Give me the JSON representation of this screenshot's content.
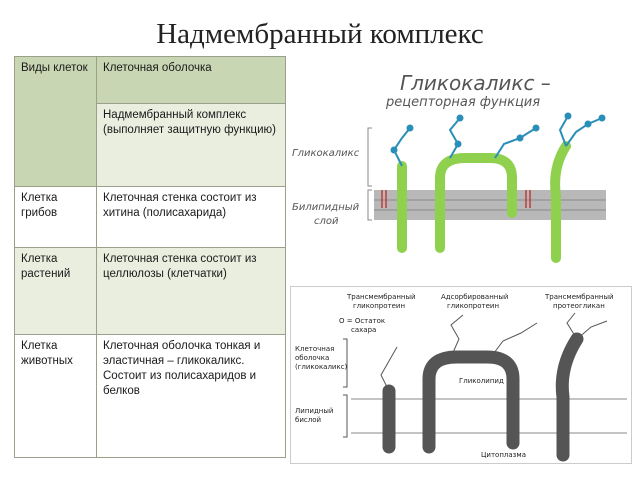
{
  "title": "Надмембранный комплекс",
  "table": {
    "header_col1": "Виды клеток",
    "header_col2": "Клеточная оболочка",
    "sub_header": "Надмембранный комплекс (выполняет защитную функцию)",
    "rows": [
      {
        "type": "Клетка грибов",
        "desc": "Клеточная стенка состоит из хитина (полисахарида)"
      },
      {
        "type": "Клетка растений",
        "desc": "Клеточная стенка состоит из целлюлозы (клетчатки)"
      },
      {
        "type": "Клетка животных",
        "desc": "Клеточная оболочка тонкая и эластичная – гликокаликс. Состоит из полисахаридов и белков"
      }
    ]
  },
  "figure_top": {
    "heading1": "Гликокаликс –",
    "heading2": "рецепторная функция",
    "label_glycocalyx": "Гликокаликс",
    "label_bilayer_1": "Билипидный",
    "label_bilayer_2": "слой",
    "colors": {
      "protein": "#8fd14f",
      "chain": "#2a8fb8",
      "membrane": "#b8b8b8"
    }
  },
  "figure_bottom": {
    "label_tm_glycoprotein_1": "Трансмембранный",
    "label_tm_glycoprotein_2": "гликопротеин",
    "label_ads_glycoprotein_1": "Адсорбированный",
    "label_ads_glycoprotein_2": "гликопротеин",
    "label_tm_proteoglycan_1": "Трансмембранный",
    "label_tm_proteoglycan_2": "протеогликан",
    "label_sugar_1": "О = Остаток",
    "label_sugar_2": "сахара",
    "label_cell_coat_1": "Клеточная",
    "label_cell_coat_2": "оболочка",
    "label_cell_coat_3": "(гликокаликс)",
    "label_glycolipid": "Гликолипид",
    "label_lipid_1": "Липидный",
    "label_lipid_2": "бислой",
    "label_cytoplasm": "Цитоплазма"
  }
}
